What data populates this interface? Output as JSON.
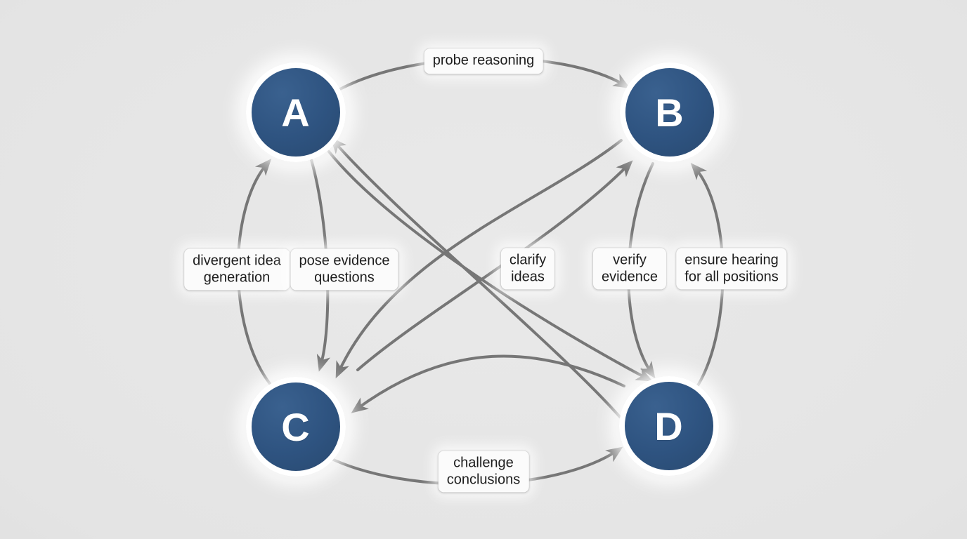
{
  "diagram": {
    "title": "",
    "nodes": [
      {
        "id": "A",
        "label": "A"
      },
      {
        "id": "B",
        "label": "B"
      },
      {
        "id": "C",
        "label": "C"
      },
      {
        "id": "D",
        "label": "D"
      }
    ],
    "edges": [
      {
        "from": "A",
        "to": "B",
        "label": "probe reasoning"
      },
      {
        "from": "C",
        "to": "A",
        "label": "divergent idea\ngeneration"
      },
      {
        "from": "A",
        "to": "C",
        "label": "pose evidence\nquestions"
      },
      {
        "from": "C",
        "to": "B",
        "label": "clarify\nideas"
      },
      {
        "from": "B",
        "to": "D",
        "label": "verify\nevidence"
      },
      {
        "from": "D",
        "to": "B",
        "label": "ensure hearing\nfor all positions"
      },
      {
        "from": "C",
        "to": "D",
        "label": "challenge\nconclusions"
      },
      {
        "from": "B",
        "to": "C",
        "label": ""
      },
      {
        "from": "A",
        "to": "D",
        "label": ""
      },
      {
        "from": "D",
        "to": "A",
        "label": ""
      },
      {
        "from": "D",
        "to": "C",
        "label": ""
      }
    ]
  },
  "colors": {
    "background": "#e4e4e4",
    "node_fill": "#2e5380",
    "node_ring": "#ffffff",
    "node_text": "#ffffff",
    "arrow": "#767676",
    "label_bg": "#fbfbfb",
    "label_text": "#1d1d1d"
  }
}
